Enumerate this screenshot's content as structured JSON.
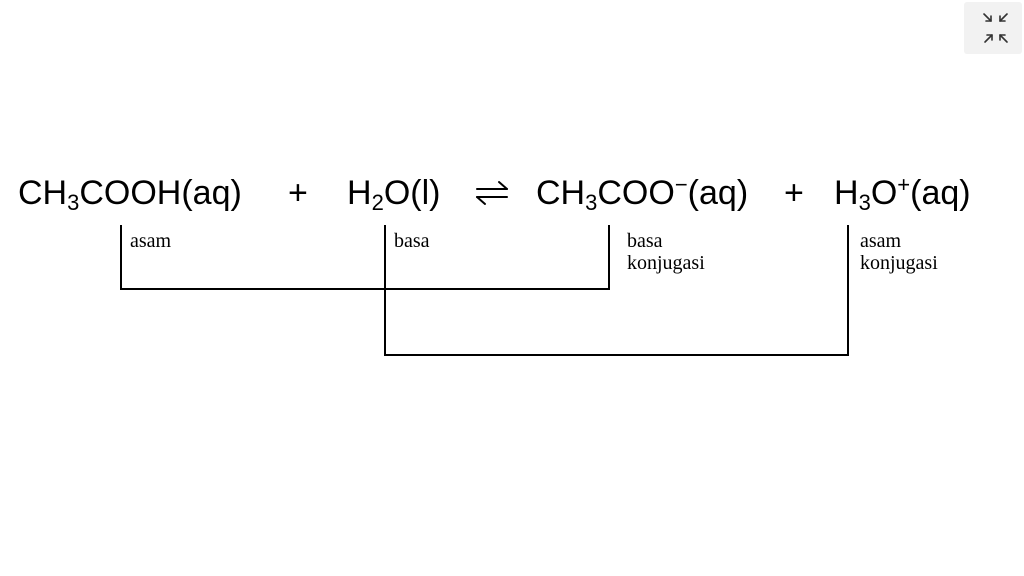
{
  "equation": {
    "reactant1": {
      "main": "CH",
      "sub": "3",
      "tail": "COOH(aq)"
    },
    "plus1": "+",
    "reactant2": {
      "main": "H",
      "sub": "2",
      "tail": "O(l)"
    },
    "arrow": "⇌",
    "product1": {
      "main": "CH",
      "sub": "3",
      "mid": "COO",
      "sup": "−",
      "tail": "(aq)"
    },
    "plus2": "+",
    "product2": {
      "main": "H",
      "sub": "3",
      "mid": "O",
      "sup": "+",
      "tail": "(aq)"
    }
  },
  "labels": {
    "acid": "asam",
    "base": "basa",
    "conj_base": [
      "basa",
      "konjugasi"
    ],
    "conj_acid": [
      "asam",
      "konjugasi"
    ]
  },
  "toolbar": {
    "icon": "collapse-arrows-icon"
  }
}
